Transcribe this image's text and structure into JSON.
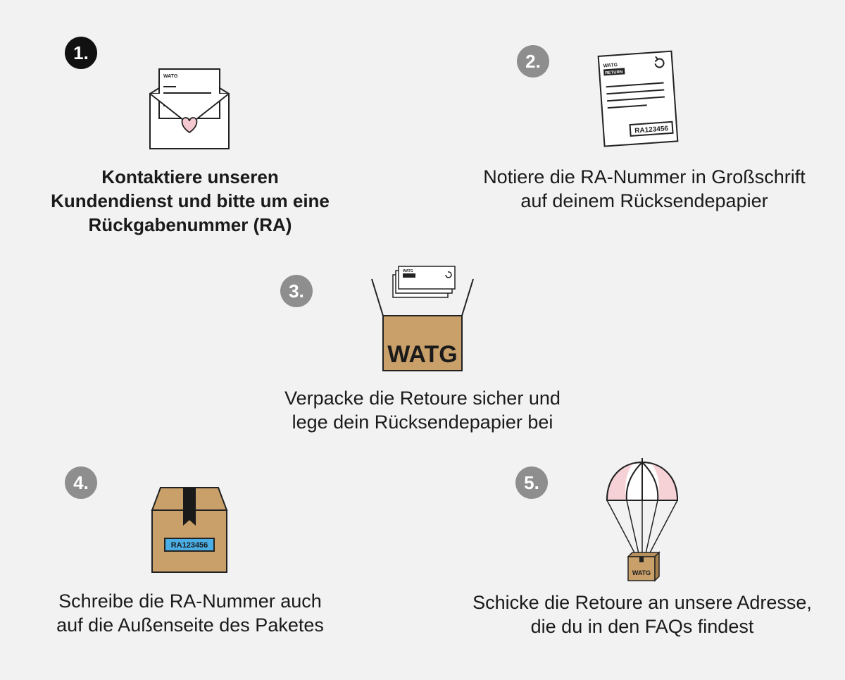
{
  "steps": [
    {
      "number": "1.",
      "lines": [
        "Kontaktiere unseren",
        "Kundendienst und bitte um eine",
        "Rückgabenummer (RA)"
      ],
      "active": true
    },
    {
      "number": "2.",
      "lines": [
        "Notiere die RA-Nummer in Großschrift",
        "auf deinem Rücksendepapier"
      ],
      "active": false
    },
    {
      "number": "3.",
      "lines": [
        "Verpacke die Retoure sicher und",
        "lege dein Rücksendepapier bei"
      ],
      "active": false
    },
    {
      "number": "4.",
      "lines": [
        "Schreibe die RA-Nummer auch",
        "auf die Außenseite des Paketes"
      ],
      "active": false
    },
    {
      "number": "5.",
      "lines": [
        "Schicke die Retoure an unsere Adresse,",
        "die du in den FAQs findest"
      ],
      "active": false
    }
  ],
  "illustrations": {
    "letter_brand": "WATG",
    "doc_brand": "WATG",
    "doc_tag": "RETURN",
    "ra_number": "RA123456",
    "box_brand": "WATG",
    "parachute_box_brand": "WATG"
  },
  "colors": {
    "background": "#f2f2f2",
    "cardboard": "#c9a06a",
    "label_blue": "#4aaee4",
    "heart_pink": "#f3c9cf",
    "canopy_pink": "#f6d2d7",
    "badge_active": "#111111",
    "badge_inactive": "#8e8e8e"
  }
}
